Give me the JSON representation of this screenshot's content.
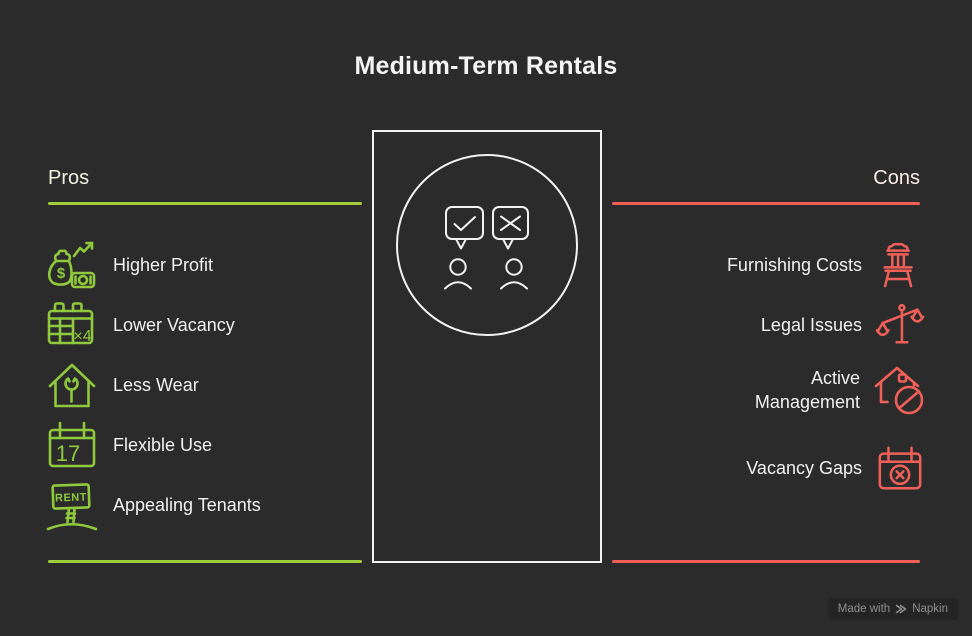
{
  "title": "Medium-Term Rentals",
  "colors": {
    "background": "#2b2b2b",
    "green": "#a0ce3a",
    "green_icon": "#8fc93c",
    "red": "#ef5f55",
    "red_icon": "#f06058",
    "title_text": "#f4f4f4",
    "label_text": "#f1f1f1",
    "pros_header_text": "#eef3e0",
    "cons_header_text": "#f9ecea",
    "center_stroke": "#f2f2f2",
    "watermark_text": "#8f8f8f",
    "watermark_bg": "#242424"
  },
  "pros": {
    "label": "Pros",
    "items": [
      {
        "label": "Higher Profit",
        "icon": "money-bag-growth-icon"
      },
      {
        "label": "Lower Vacancy",
        "icon": "calendar-x4-icon"
      },
      {
        "label": "Less Wear",
        "icon": "house-wrench-icon"
      },
      {
        "label": "Flexible Use",
        "icon": "calendar-17-icon"
      },
      {
        "label": "Appealing Tenants",
        "icon": "rent-sign-icon"
      }
    ]
  },
  "cons": {
    "label": "Cons",
    "items": [
      {
        "label": "Furnishing Costs",
        "icon": "chair-icon"
      },
      {
        "label": "Legal Issues",
        "icon": "scales-icon"
      },
      {
        "label": "Active Management",
        "icon": "house-prohibited-icon"
      },
      {
        "label": "Vacancy Gaps",
        "icon": "calendar-x-icon"
      }
    ]
  },
  "center": {
    "icon": "people-check-cross-icon"
  },
  "icon_texts": {
    "dollar": "$",
    "x4": "×4",
    "seventeen": "17",
    "rent": "RENT"
  },
  "watermark": {
    "prefix": "Made with",
    "brand": "Napkin",
    "icon": "napkin-logo-icon"
  }
}
